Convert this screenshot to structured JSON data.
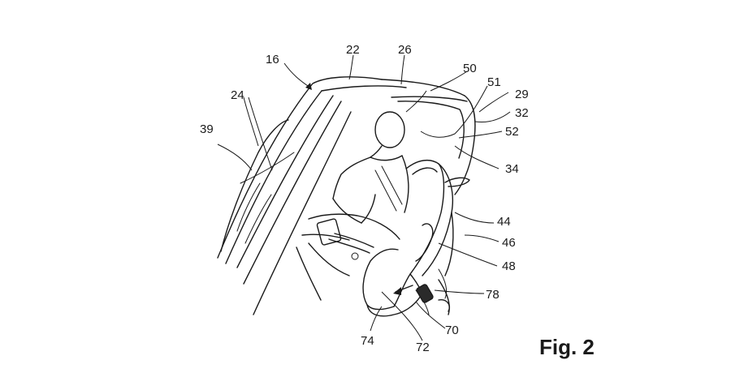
{
  "figure": {
    "caption": "Fig. 2",
    "reference_numerals": [
      "16",
      "22",
      "26",
      "50",
      "51",
      "29",
      "32",
      "24",
      "39",
      "52",
      "34",
      "44",
      "46",
      "48",
      "78",
      "70",
      "74",
      "72"
    ]
  }
}
